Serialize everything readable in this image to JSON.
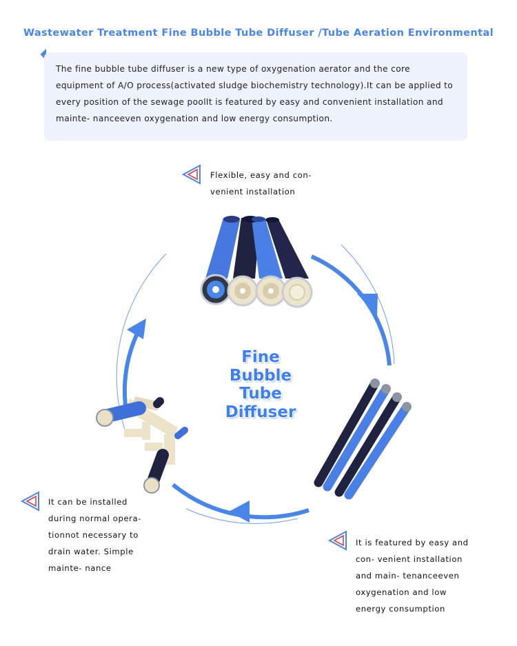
{
  "header": {
    "title": "Wastewater Treatment Fine Bubble Tube Diffuser /Tube Aeration Environmental"
  },
  "intro": {
    "text": "The fine bubble tube diffuser is a new type of oxygenation aerator and the core equipment of A/O process(activated sludge biochemistry technology).It can be applied to every position of the sewage poolIt is featured by easy and convenient installation and mainte- nanceeven oxygenation and low energy consumption."
  },
  "center": {
    "line1": "Fine",
    "line2": "Bubble",
    "line3": "Tube",
    "line4": "Diffuser"
  },
  "notes": {
    "top": [
      "Flexible, easy and con-",
      "venient installation"
    ],
    "left": [
      "It can be installed",
      "during normal opera-",
      "tionnot necessary to",
      "drain water. Simple",
      "mainte- nance"
    ],
    "right": [
      "It is featured by easy and",
      "con- venient installation",
      "and main- tenanceeven",
      "oxygenation and low",
      "energy consumption"
    ]
  },
  "colors": {
    "accent": "#4a86e8",
    "box_bg": "#eef2fc",
    "tube_blue": "#3f6fd8",
    "tube_dark": "#1f2340",
    "cap_beige": "#ede4cc"
  },
  "icons": {
    "bullet": "triangle-bullet-icon",
    "arrow": "cycle-arrow-icon"
  }
}
